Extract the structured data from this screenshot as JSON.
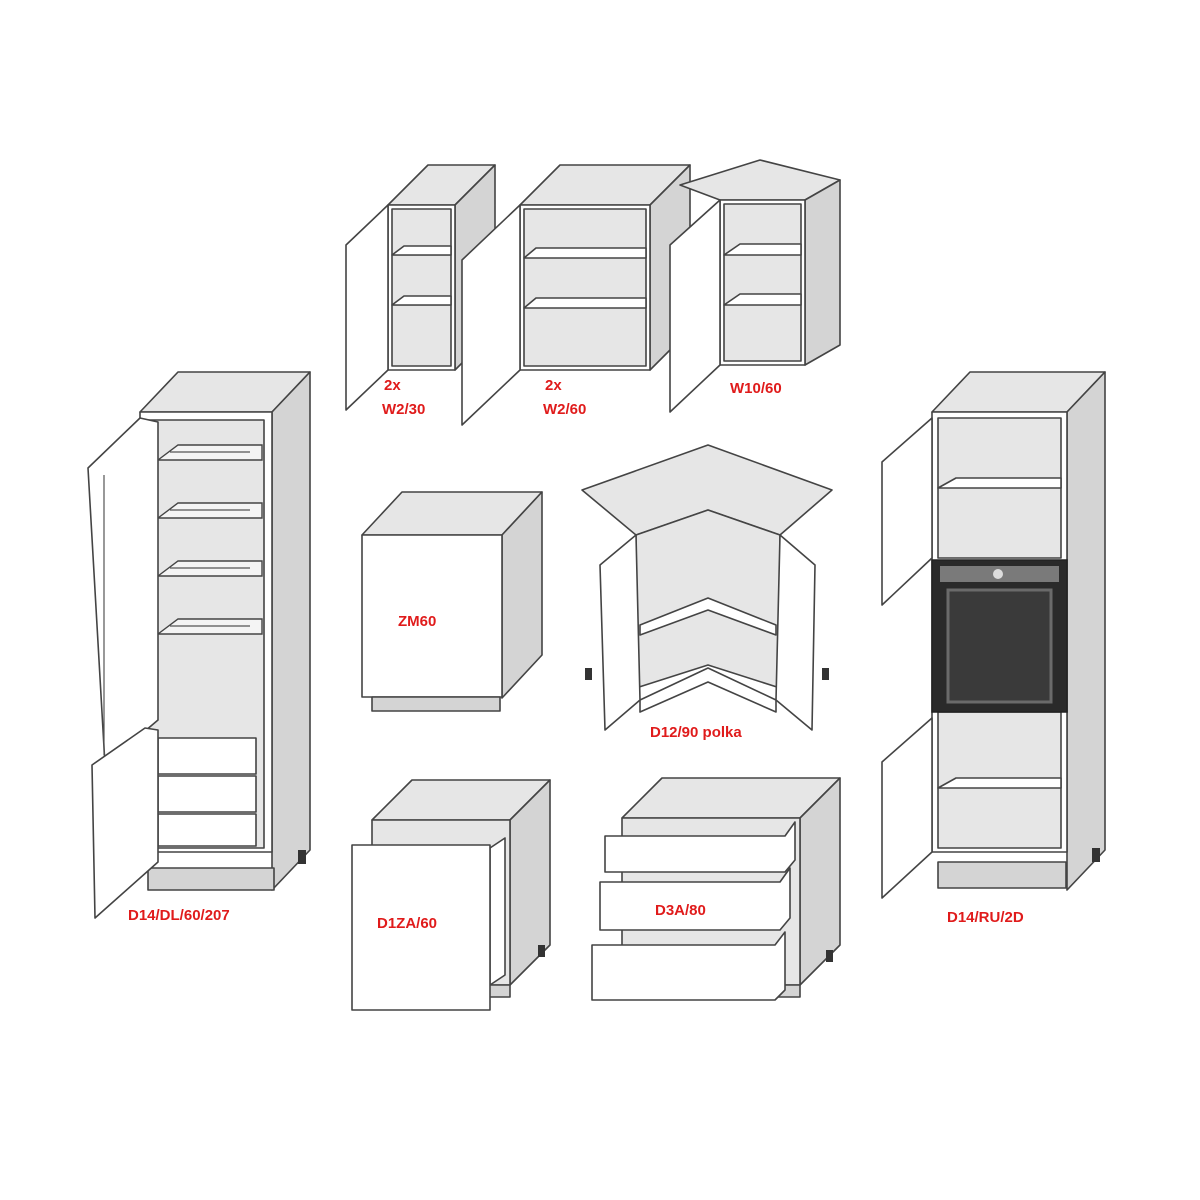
{
  "cabinets": {
    "w2_30": {
      "label_line1": "2x",
      "label_line2": "W2/30"
    },
    "w2_60": {
      "label_line1": "2x",
      "label_line2": "W2/60"
    },
    "w10_60": {
      "label": "W10/60"
    },
    "d14_dl": {
      "label": "D14/DL/60/207"
    },
    "zm60": {
      "label": "ZM60"
    },
    "d12_90": {
      "label": "D12/90 polka"
    },
    "d14_ru": {
      "label": "D14/RU/2D"
    },
    "d1za": {
      "label": "D1ZA/60"
    },
    "d3a": {
      "label": "D3A/80"
    }
  },
  "colors": {
    "label": "#e01b1b",
    "outline": "#444444",
    "panel": "#e6e6e6"
  }
}
